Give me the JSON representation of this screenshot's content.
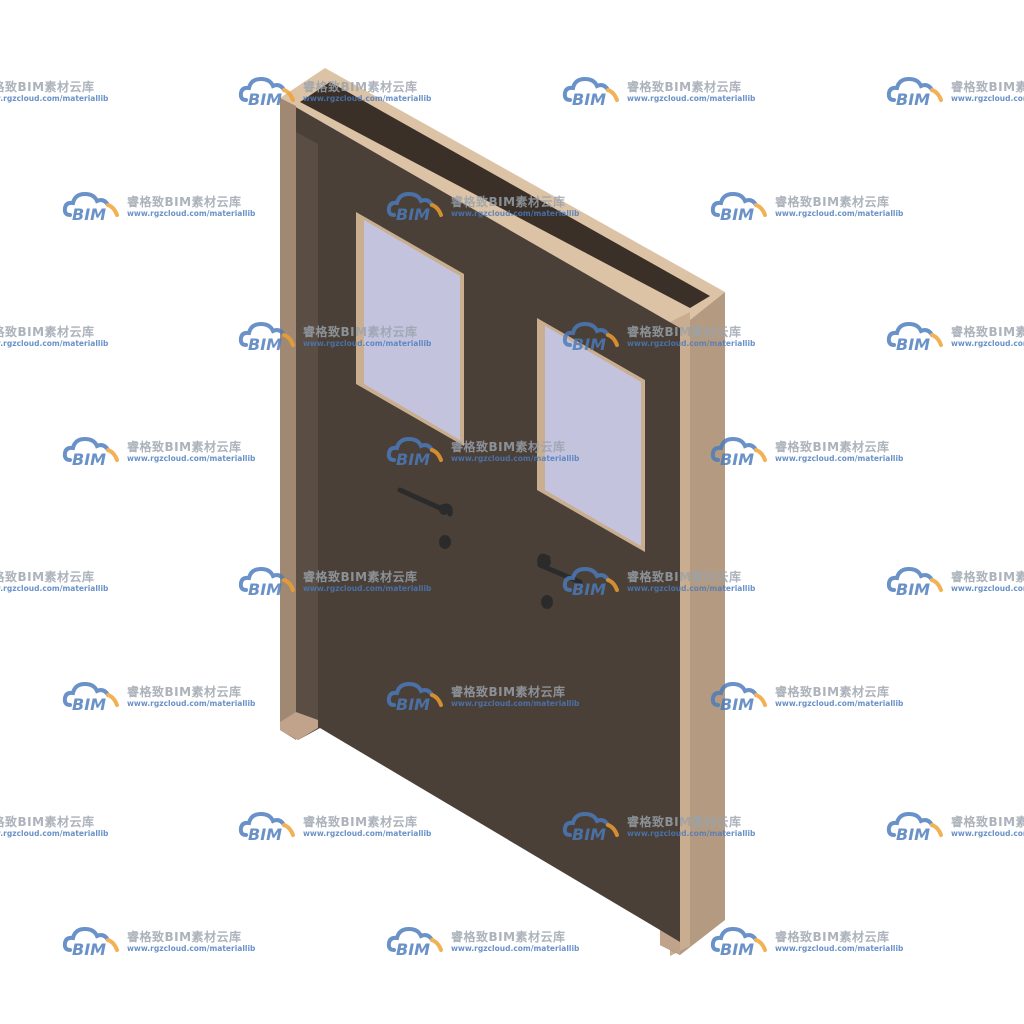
{
  "watermark": {
    "logo_text": "BIM",
    "title": "睿格致BIM素材云库",
    "url": "www.rgzcloud.com/materiallib"
  },
  "colors": {
    "door_panel": "#4a4038",
    "frame_light": "#dcc3a6",
    "frame_mid": "#c0a38a",
    "frame_dark": "#a08872",
    "glass": "#c4c3de",
    "hardware": "#2b2b2b",
    "logo_blue": "#4a7bbd",
    "logo_orange": "#f0a030"
  }
}
